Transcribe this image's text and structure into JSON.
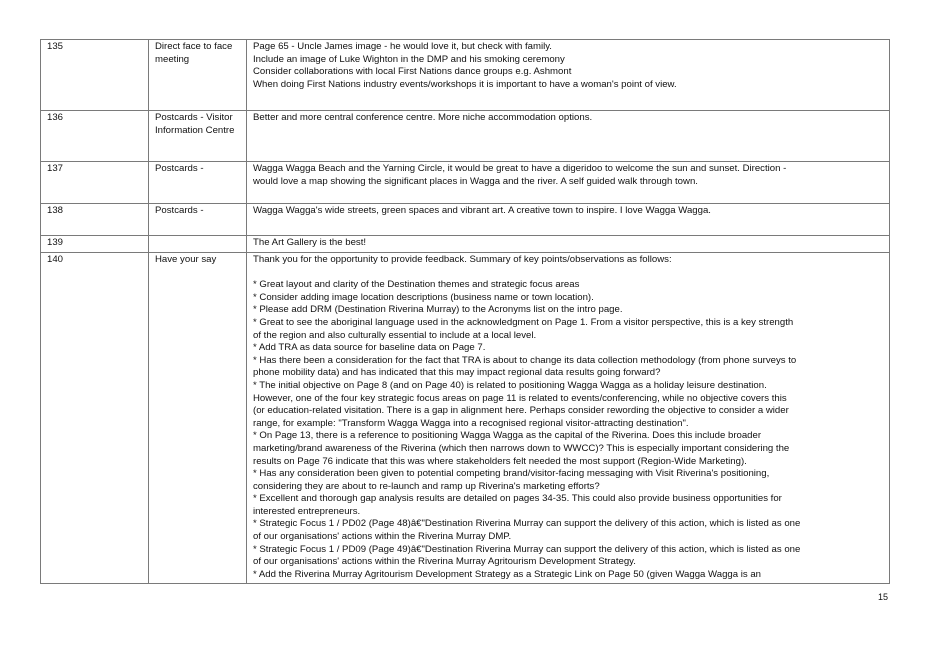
{
  "page_number": "15",
  "rows": [
    {
      "id": "135",
      "channel": "Direct face to face meeting",
      "comment_lines": [
        "Page 65 - Uncle James image - he would love it, but check with family.",
        "Include an image of Luke Wighton in the DMP and his smoking ceremony",
        "Consider collaborations with local First Nations dance groups e.g. Ashmont",
        "When doing First Nations industry events/workshops it is important to have a woman's point of view."
      ]
    },
    {
      "id": "136",
      "channel": "Postcards - Visitor Information Centre",
      "comment_lines": [
        "Better and more central conference centre. More niche accommodation options."
      ]
    },
    {
      "id": "137",
      "channel": "Postcards -",
      "comment_lines": [
        "Wagga Wagga Beach and the Yarning Circle, it would be great to have a digeridoo to welcome the sun and sunset. Direction -",
        "would love a map showing the significant places in Wagga and the river. A self guided walk through town."
      ]
    },
    {
      "id": "138",
      "channel": "Postcards -",
      "comment_lines": [
        "Wagga Wagga's wide streets, green spaces and vibrant art. A creative town to inspire. I love Wagga Wagga."
      ]
    },
    {
      "id": "139",
      "channel": "",
      "comment_lines": [
        "The Art Gallery is the best!"
      ]
    },
    {
      "id": "140",
      "channel": "Have your say",
      "comment_lines": [
        "Thank you for the opportunity to provide feedback. Summary of key points/observations as follows:",
        "",
        "* Great layout and clarity of the Destination themes and strategic focus areas",
        "* Consider adding image location descriptions (business name or town location).",
        "* Please add DRM (Destination Riverina Murray) to the Acronyms list on the intro page.",
        "* Great to see the aboriginal language used in the acknowledgment on Page 1. From a visitor perspective, this is a key strength",
        "of the region and also culturally essential to include at a local level.",
        "* Add TRA as data source for baseline data on Page 7.",
        "* Has there been a consideration for the fact that TRA is about to change its data collection methodology (from phone surveys to",
        "phone mobility data) and has indicated that this may impact regional data results going forward?",
        "* The initial objective on Page 8 (and on Page 40) is related to positioning Wagga Wagga as a holiday leisure destination.",
        "However, one of the four key strategic focus areas on page 11 is related to events/conferencing, while no objective covers this",
        "(or education-related visitation. There is a gap in alignment here. Perhaps consider rewording the objective to consider a wider",
        "range, for example: \"Transform Wagga Wagga into a recognised regional visitor-attracting destination\".",
        "* On Page 13, there is a reference to positioning Wagga Wagga as the capital of the Riverina. Does this include broader",
        "marketing/brand awareness of the Riverina (which then narrows down to WWCC)? This is especially important considering the",
        "results on Page 76 indicate that this was where stakeholders felt needed the most support (Region-Wide Marketing).",
        "* Has any consideration been given to potential competing brand/visitor-facing messaging with Visit Riverina's positioning,",
        "considering they are about to re-launch and ramp up Riverina's marketing efforts?",
        "* Excellent and thorough gap analysis results are detailed on pages 34-35. This could also provide business opportunities for",
        "interested entrepreneurs.",
        "* Strategic Focus 1 / PD02 (Page 48)â€\"Destination Riverina Murray can support the delivery of this action, which is listed as one",
        "of our organisations' actions within the Riverina Murray DMP.",
        "* Strategic Focus 1 / PD09 (Page 49)â€\"Destination Riverina Murray can support the delivery of this action, which is listed as one",
        "of our organisations' actions within the Riverina Murray Agritourism Development Strategy.",
        "* Add the Riverina Murray Agritourism Development Strategy as a Strategic Link on Page 50 (given Wagga Wagga is an"
      ]
    }
  ]
}
